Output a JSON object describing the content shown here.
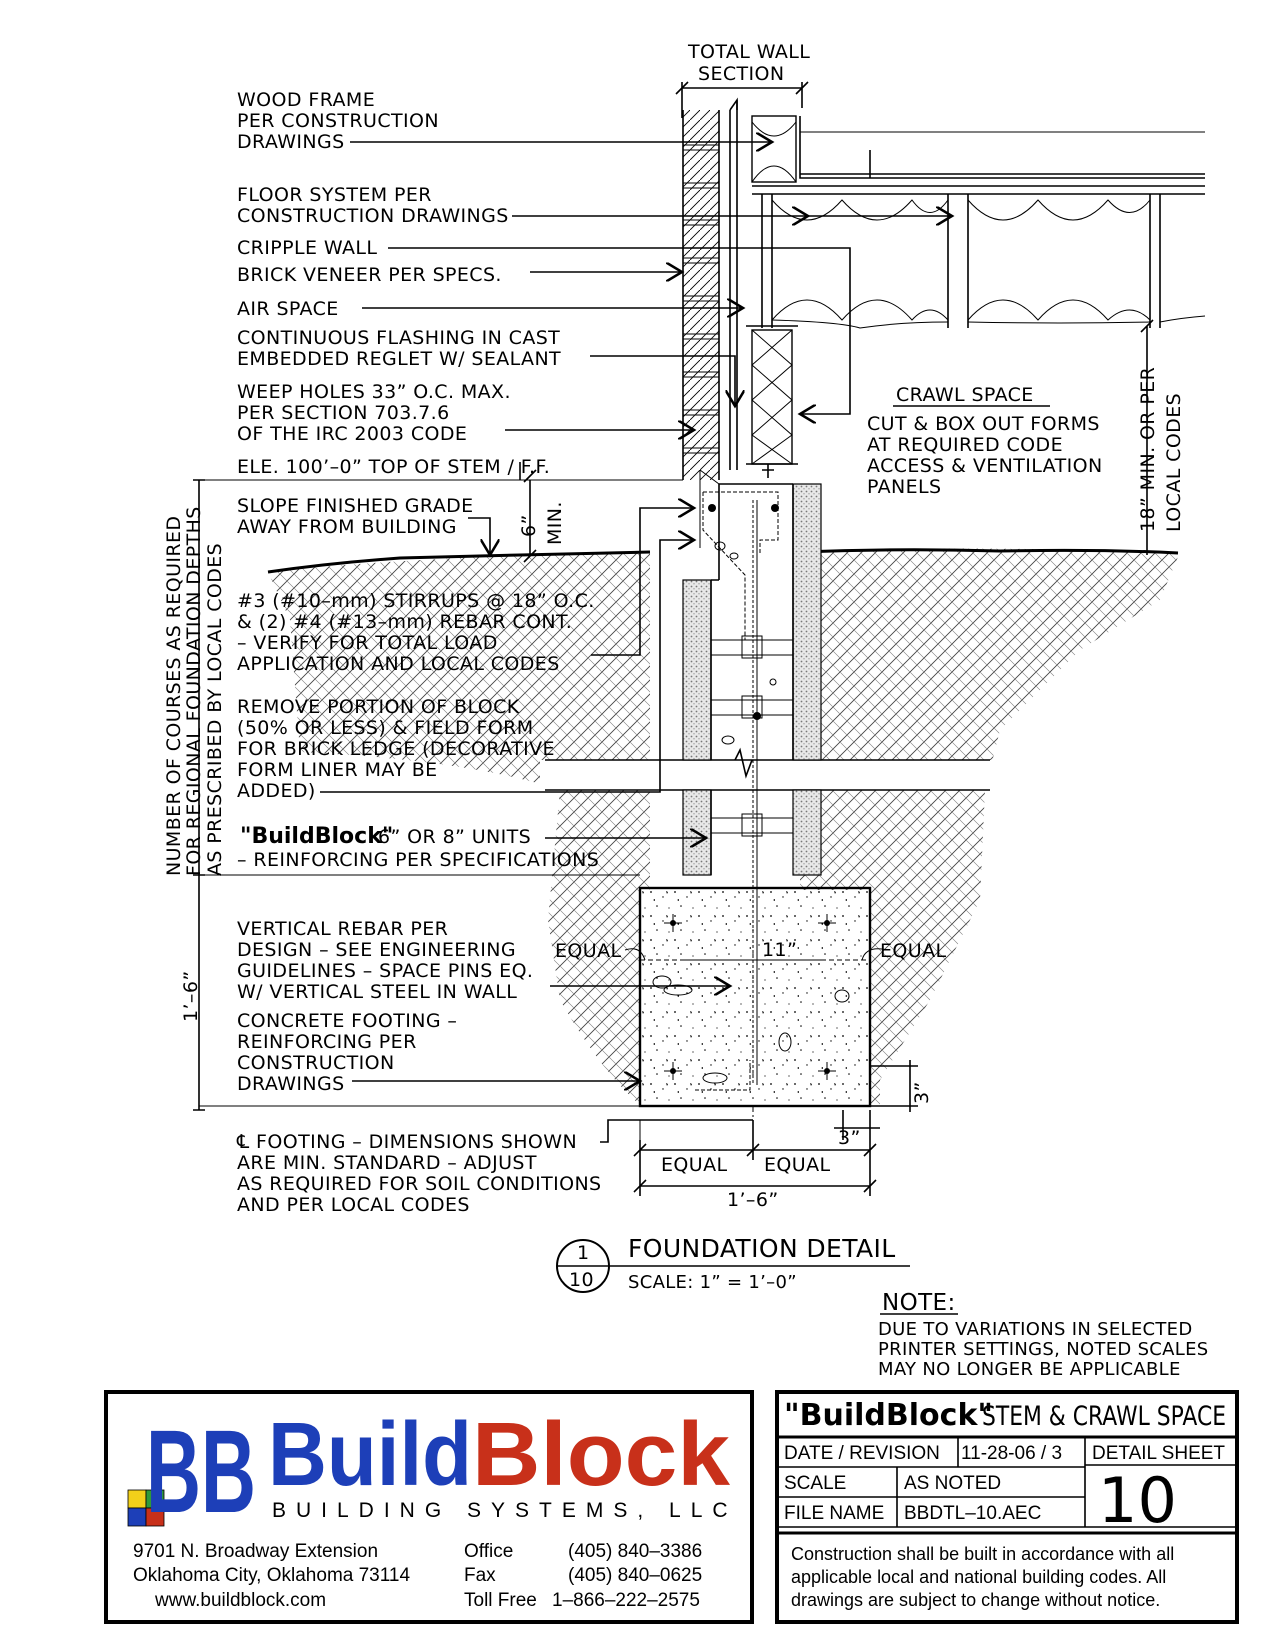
{
  "labels": {
    "total_wall_1": "TOTAL WALL",
    "total_wall_2": "SECTION",
    "wood_frame": [
      "WOOD FRAME",
      "PER CONSTRUCTION",
      "DRAWINGS"
    ],
    "floor_system": [
      "FLOOR SYSTEM PER",
      "CONSTRUCTION DRAWINGS"
    ],
    "cripple_wall": "CRIPPLE WALL",
    "brick_veneer": "BRICK VENEER PER SPECS.",
    "air_space": "AIR SPACE",
    "flashing": [
      "CONTINUOUS FLASHING IN CAST",
      "EMBEDDED REGLET W/ SEALANT"
    ],
    "weep_holes": [
      "WEEP HOLES 33” O.C. MAX.",
      "PER SECTION 703.7.6",
      "OF THE IRC 2003 CODE"
    ],
    "elevation": "ELE. 100’–0” TOP OF STEM / F.F.",
    "slope": [
      "SLOPE FINISHED GRADE",
      "AWAY FROM BUILDING"
    ],
    "six_in": "6”",
    "min": "MIN.",
    "crawl_space": "CRAWL SPACE",
    "cut_box": [
      "CUT & BOX OUT FORMS",
      "AT REQUIRED CODE",
      "ACCESS & VENTILATION",
      "PANELS"
    ],
    "eighteen_min": "18” MIN. OR PER",
    "local_codes": "LOCAL CODES",
    "stirrups": [
      "#3 (#10–mm) STIRRUPS @ 18” O.C.",
      "& (2) #4 (#13–mm) REBAR CONT.",
      "– VERIFY FOR TOTAL LOAD",
      "APPLICATION AND LOCAL CODES"
    ],
    "remove_portion": [
      "REMOVE PORTION OF BLOCK",
      "(50% OR LESS) & FIELD FORM",
      "FOR BRICK LEDGE (DECORATIVE",
      "FORM LINER MAY BE",
      "ADDED)"
    ],
    "units_brand": "\"BuildBlock\"",
    "units_text": "6” OR 8” UNITS",
    "reinforcing": "– REINFORCING PER SPECIFICATIONS",
    "courses": [
      "NUMBER OF COURSES AS REQUIRED",
      "FOR REGIONAL FOUNDATION DEPTHS",
      "AS PRESCRIBED BY LOCAL CODES"
    ],
    "vertical_rebar": [
      "VERTICAL REBAR PER",
      "DESIGN – SEE ENGINEERING",
      "GUIDELINES – SPACE PINS EQ.",
      "W/ VERTICAL STEEL IN WALL"
    ],
    "concrete_footing": [
      "CONCRETE FOOTING –",
      "REINFORCING PER",
      "CONSTRUCTION",
      "DRAWINGS"
    ],
    "one_six": "1’–6”",
    "equal": "EQUAL",
    "eleven": "11”",
    "three": "3”",
    "cl_footing": [
      "℄ FOOTING – DIMENSIONS SHOWN",
      "ARE MIN. STANDARD – ADJUST",
      "AS REQUIRED FOR SOIL CONDITIONS",
      "AND PER LOCAL CODES"
    ]
  },
  "detail": {
    "number": "1",
    "sheet": "10",
    "title": "FOUNDATION DETAIL",
    "scale": "SCALE: 1” = 1’–0”"
  },
  "note": {
    "heading": "NOTE:",
    "lines": [
      "DUE TO VARIATIONS IN SELECTED",
      "PRINTER SETTINGS, NOTED SCALES",
      "MAY NO LONGER BE APPLICABLE"
    ]
  },
  "logo": {
    "mark": "BB",
    "build": "Build",
    "block": "Block",
    "subtitle": "BUILDING SYSTEMS, LLC",
    "colors": {
      "blue": "#1d3fb8",
      "red": "#c8301a",
      "green": "#2f9a3a",
      "yellow": "#f2d01a"
    }
  },
  "company": {
    "address1": "9701 N. Broadway Extension",
    "address2": "Oklahoma City, Oklahoma 73114",
    "website": "www.buildblock.com",
    "office_label": "Office",
    "office": "(405) 840–3386",
    "fax_label": "Fax",
    "fax": "(405) 840–0625",
    "tollfree_label": "Toll Free",
    "tollfree": "1–866–222–2575"
  },
  "title_block": {
    "brand": "\"BuildBlock\"",
    "title": "STEM & CRAWL SPACE",
    "date_label": "DATE / REVISION",
    "date_value": "11-28-06 / 3",
    "scale_label": "SCALE",
    "scale_value": "AS NOTED",
    "file_label": "FILE NAME",
    "file_value": "BBDTL–10.AEC",
    "sheet_label": "DETAIL SHEET",
    "sheet_value": "10",
    "disclaimer": [
      "Construction shall be built in accordance with all",
      "applicable local and national building codes. All",
      "drawings are subject to change without notice."
    ]
  }
}
